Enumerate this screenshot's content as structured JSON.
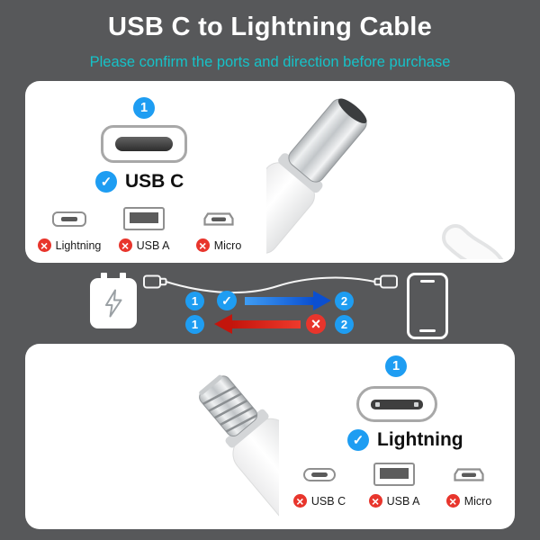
{
  "header": {
    "title": "USB C to Lightning Cable",
    "subtitle": "Please confirm the ports and direction before purchase"
  },
  "icons": {
    "check_glyph": "✓",
    "cross_glyph": "×"
  },
  "colors": {
    "background": "#57585a",
    "panel": "#ffffff",
    "subtitle_teal": "#16c2c8",
    "badge_blue": "#1e9df2",
    "cross_red": "#e8352c",
    "arrow_blue": "#0b4fd0",
    "arrow_red": "#c3150c"
  },
  "usbc_panel": {
    "step_badge": "1",
    "port_name": "USB C",
    "rejected_ports": [
      {
        "name": "lightning",
        "label": "Lightning"
      },
      {
        "name": "usb-a",
        "label": "USB A"
      },
      {
        "name": "micro",
        "label": "Micro"
      }
    ]
  },
  "direction_diagram": {
    "correct": {
      "from_badge": "1",
      "to_badge": "2"
    },
    "wrong": {
      "from_badge": "1",
      "to_badge": "2"
    }
  },
  "lightning_panel": {
    "step_badge": "1",
    "port_name": "Lightning",
    "rejected_ports": [
      {
        "name": "usb-c",
        "label": "USB C"
      },
      {
        "name": "usb-a",
        "label": "USB A"
      },
      {
        "name": "micro",
        "label": "Micro"
      }
    ]
  }
}
